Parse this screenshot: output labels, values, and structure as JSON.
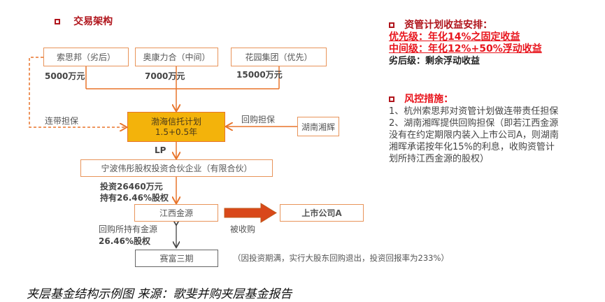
{
  "left": {
    "section_title": "交易架构",
    "boxes": {
      "suosibang": "索思邦（劣后）",
      "aokang": "奥康力合（中间）",
      "huayuan": "花园集团（优先）",
      "trust_line1": "渤海信托计划",
      "trust_line2": "1.5+0.5年",
      "hunan": "湖南湘辉",
      "ningbo": "宁波伟彤股权投资合伙企业（有限合伙）",
      "jiangxi": "江西金源",
      "listed": "上市公司A",
      "saifu": "赛富三期"
    },
    "labels": {
      "amount_1": "5000万元",
      "amount_2": "7000万元",
      "amount_3": "15000万元",
      "joint_guarantee": "连带担保",
      "buyback_guarantee": "回购担保",
      "lp": "LP",
      "invest_line1": "投资26460万元",
      "invest_line2": "持有26.46%股权",
      "buyback_line1": "回购所持有金源",
      "buyback_line2": "26.46%股权",
      "acquired": "被收购",
      "exit_note": "（因投资期满，实行大股东回购退出，投资回报率为233%）"
    }
  },
  "right": {
    "income_title": "资管计划收益安排：",
    "senior": "优先级：年化14%之固定收益",
    "mezzanine": "中间级：年化12%+50%浮动收益",
    "junior": "劣后级：剩余浮动收益",
    "risk_title": "风控措施：",
    "risk_lines": [
      "1、杭州索思邦对资管计划做连带责任担保",
      "2、湖南湘晖提供回购担保（即若江西金源",
      "没有在约定期限内装入上市公司A，则湖南",
      "湘晖承诺按年化15%的利息，收购资管计",
      "划所持江西金源的股权）"
    ]
  },
  "caption": "夹层基金结构示例图 来源：歌斐并购夹层基金报告",
  "colors": {
    "accent_red": "#b0151c",
    "highlight_red": "#e8141c",
    "box_border": "#e8945a",
    "trust_fill": "#f3b30b",
    "arrow": "#d9481a"
  }
}
